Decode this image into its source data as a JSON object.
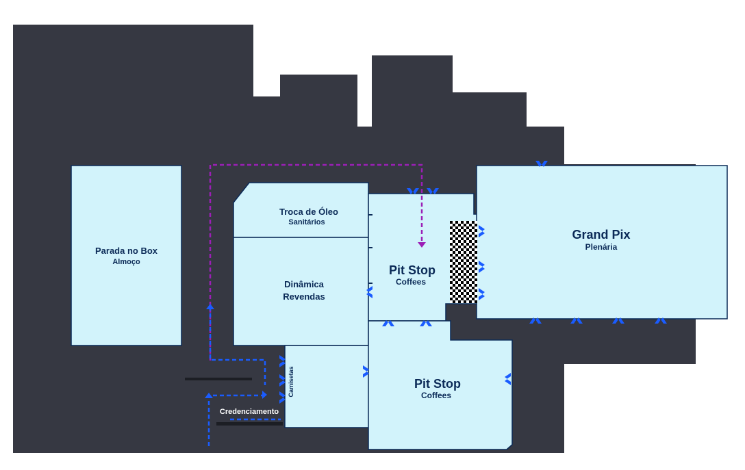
{
  "colors": {
    "wall": "#363842",
    "room_fill": "#d2f3fb",
    "room_stroke": "#0b2a57",
    "text": "#0b2a57",
    "door_marker": "#1a5cff",
    "route_blue": "#1a5cff",
    "route_purple": "#9b1fb6",
    "checker_dark": "#000000",
    "checker_light": "#ffffff"
  },
  "rooms": {
    "parada": {
      "title": "Parada no Box",
      "subtitle": "Almoço"
    },
    "troca": {
      "title": "Troca de Óleo",
      "subtitle": "Sanitários"
    },
    "dinamica": {
      "title": "Dinâmica",
      "subtitle": "Revendas"
    },
    "pitstop1": {
      "title": "Pit Stop",
      "subtitle": "Coffees"
    },
    "pitstop2": {
      "title": "Pit Stop",
      "subtitle": "Coffees"
    },
    "grandpix": {
      "title": "Grand Pix",
      "subtitle": "Plenária"
    },
    "camisetas": {
      "title": "Camisetas"
    }
  },
  "areas": {
    "credenciamento": "Credenciamento"
  },
  "icons": [
    "door-marker-icon",
    "checkered-flag-icon",
    "route-arrow-icon"
  ]
}
